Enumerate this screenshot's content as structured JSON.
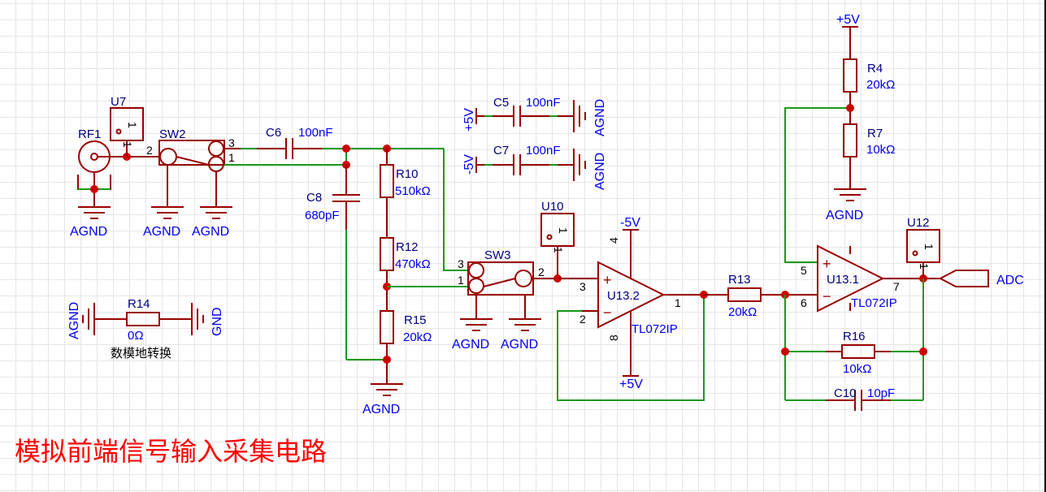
{
  "title": "模拟前端信号输入采集电路",
  "note": "数模地转换",
  "colors": {
    "wire": "#990000",
    "net_wire": "#1a9a1a",
    "label": "#0000ee",
    "title": "#ff0000",
    "junction": "#cc0000"
  },
  "components": {
    "RF1": {
      "ref": "RF1"
    },
    "U7": {
      "ref": "U7",
      "pin": "1"
    },
    "SW2": {
      "ref": "SW2",
      "pins": [
        "2",
        "3",
        "1"
      ]
    },
    "C6": {
      "ref": "C6",
      "value": "100nF"
    },
    "C8": {
      "ref": "C8",
      "value": "680pF"
    },
    "R10": {
      "ref": "R10",
      "value": "510kΩ"
    },
    "R12": {
      "ref": "R12",
      "value": "470kΩ"
    },
    "R15": {
      "ref": "R15",
      "value": "20kΩ"
    },
    "C5": {
      "ref": "C5",
      "value": "100nF"
    },
    "C7": {
      "ref": "C7",
      "value": "100nF"
    },
    "SW3": {
      "ref": "SW3",
      "pins": [
        "3",
        "1",
        "2"
      ]
    },
    "U10": {
      "ref": "U10",
      "pin": "1"
    },
    "U13_2": {
      "ref": "U13.2",
      "part": "TL072IP",
      "pins": [
        "3",
        "2",
        "1",
        "4",
        "8"
      ]
    },
    "R13": {
      "ref": "R13",
      "value": "20kΩ"
    },
    "R4": {
      "ref": "R4",
      "value": "20kΩ"
    },
    "R7": {
      "ref": "R7",
      "value": "10kΩ"
    },
    "U13_1": {
      "ref": "U13.1",
      "part": "TL072IP",
      "pins": [
        "5",
        "6",
        "7"
      ]
    },
    "U12": {
      "ref": "U12",
      "pin": "1"
    },
    "R16": {
      "ref": "R16",
      "value": "10kΩ"
    },
    "C10": {
      "ref": "C10",
      "value": "10pF"
    },
    "R14": {
      "ref": "R14",
      "value": "0Ω"
    }
  },
  "nets": {
    "agnd": "AGND",
    "gnd": "GND",
    "p5v": "+5V",
    "n5v": "-5V",
    "adc": "ADC"
  },
  "opamp_signs": {
    "plus": "+",
    "minus": "−"
  }
}
